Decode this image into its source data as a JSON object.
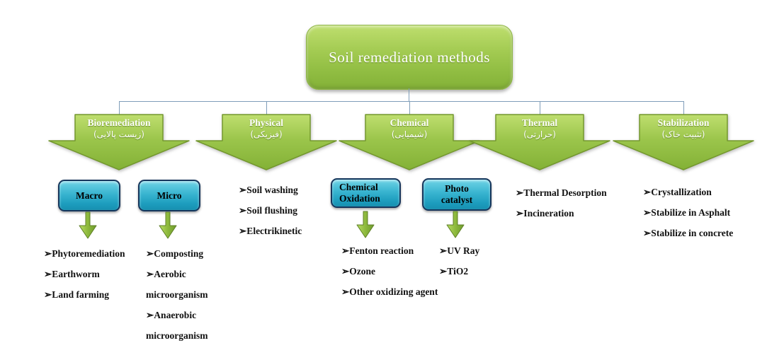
{
  "root": {
    "title": "Soil remediation methods"
  },
  "branches": [
    {
      "label": "Bioremediation",
      "sub": "(زیست پالایی)"
    },
    {
      "label": "Physical",
      "sub": "(فیزیکی)"
    },
    {
      "label": "Chemical",
      "sub": "(شیمیایی)"
    },
    {
      "label": "Thermal",
      "sub": "(حرارتی)"
    },
    {
      "label": "Stabilization",
      "sub": "(تثبیت خاک)"
    }
  ],
  "sub_boxes": [
    {
      "label": "Macro"
    },
    {
      "label": "Micro"
    },
    {
      "label": "Chemical Oxidation"
    },
    {
      "label": "Photo catalyst"
    }
  ],
  "lists": {
    "macro": {
      "items": [
        "➢Phytoremediation",
        "➢Earthworm",
        "➢Land farming"
      ]
    },
    "micro": {
      "items": [
        "➢Composting",
        "➢Aerobic microorganism",
        "➢Anaerobic microorganism"
      ]
    },
    "physical": {
      "items": [
        "➢Soil washing",
        "➢Soil flushing",
        "➢Electrikinetic"
      ]
    },
    "chemox": {
      "items": [
        "➢Fenton reaction",
        "➢Ozone",
        "➢Other oxidizing agent"
      ]
    },
    "photo": {
      "items": [
        "➢UV Ray",
        "➢TiO2"
      ]
    },
    "thermal": {
      "items": [
        "➢Thermal Desorption",
        "➢Incineration"
      ]
    },
    "stab": {
      "items": [
        "➢Crystallization",
        "➢Stabilize in Asphalt",
        "➢Stabilize in concrete"
      ]
    }
  },
  "colors": {
    "green_fill": "#8fbc41",
    "green_light": "#b5d95c",
    "cyan_fill": "#2aa9c9",
    "cyan_border": "#16365c",
    "connector": "#7f9db9",
    "text_on_green": "#ffffff",
    "list_text": "#111111"
  }
}
